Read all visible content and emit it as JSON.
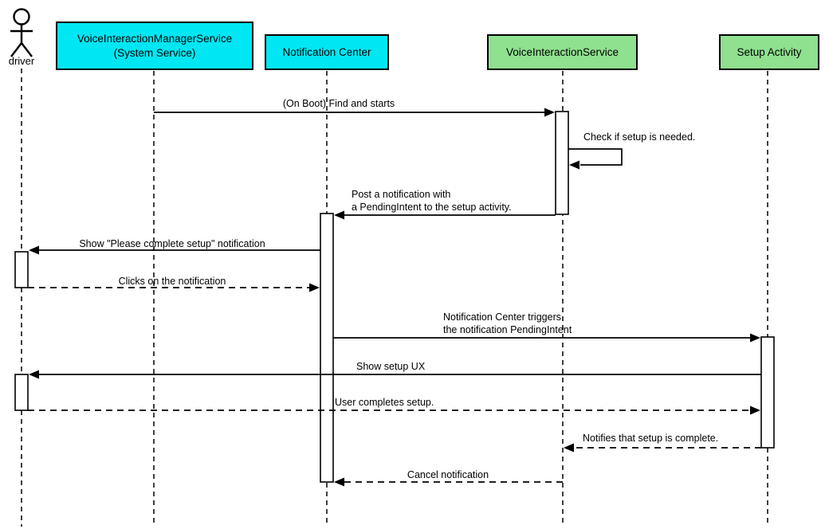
{
  "diagram_type": "uml-sequence-diagram",
  "colors": {
    "participant_cyan": "#00E6F2",
    "participant_green": "#8FE08F",
    "line": "#000000",
    "background": "#FFFFFF"
  },
  "actor": {
    "label": "driver"
  },
  "participants": [
    {
      "id": "voice-interaction-manager-service",
      "label_line1": "VoiceInteractionManagerService",
      "label_line2": "(System Service)",
      "color_key": "participant_cyan"
    },
    {
      "id": "notification-center",
      "label": "Notification Center",
      "color_key": "participant_cyan"
    },
    {
      "id": "voice-interaction-service",
      "label": "VoiceInteractionService",
      "color_key": "participant_green"
    },
    {
      "id": "setup-activity",
      "label": "Setup Activity",
      "color_key": "participant_green"
    }
  ],
  "messages": [
    {
      "from": "VoiceInteractionManagerService (System Service)",
      "to": "VoiceInteractionService",
      "style": "solid",
      "label": "(On Boot) Find and starts"
    },
    {
      "from": "VoiceInteractionService",
      "to": "VoiceInteractionService",
      "style": "solid-self",
      "label": "Check if setup is needed."
    },
    {
      "from": "VoiceInteractionService",
      "to": "Notification Center",
      "style": "solid",
      "label_line1": "Post a notification with",
      "label_line2": "a PendingIntent to the setup activity."
    },
    {
      "from": "Notification Center",
      "to": "driver",
      "style": "solid",
      "label": "Show \"Please complete setup\" notification"
    },
    {
      "from": "driver",
      "to": "Notification Center",
      "style": "dashed",
      "label": "Clicks on the notification"
    },
    {
      "from": "Notification Center",
      "to": "Setup Activity",
      "style": "solid",
      "label_line1": "Notification Center triggers",
      "label_line2": "the notification PendingIntent"
    },
    {
      "from": "Setup Activity",
      "to": "driver",
      "style": "solid",
      "label": "Show setup UX"
    },
    {
      "from": "driver",
      "to": "Setup Activity",
      "style": "dashed",
      "label": "User completes setup."
    },
    {
      "from": "Setup Activity",
      "to": "VoiceInteractionService",
      "style": "dashed",
      "label": "Notifies that setup is complete."
    },
    {
      "from": "VoiceInteractionService",
      "to": "Notification Center",
      "style": "dashed",
      "label": "Cancel notification"
    }
  ]
}
